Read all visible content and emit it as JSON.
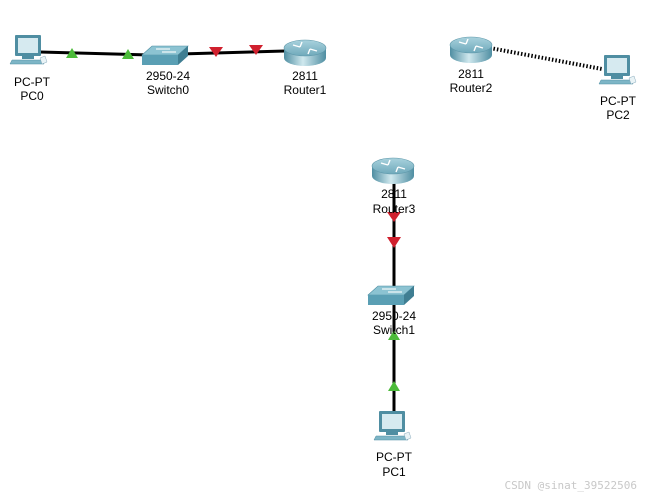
{
  "devices": [
    {
      "id": "PC0",
      "type": "pc",
      "model": "PC-PT",
      "name": "PC0"
    },
    {
      "id": "Switch0",
      "type": "switch",
      "model": "2950-24",
      "name": "Switch0"
    },
    {
      "id": "Router1",
      "type": "router",
      "model": "2811",
      "name": "Router1"
    },
    {
      "id": "Router2",
      "type": "router",
      "model": "2811",
      "name": "Router2"
    },
    {
      "id": "PC2",
      "type": "pc",
      "model": "PC-PT",
      "name": "PC2"
    },
    {
      "id": "Router3",
      "type": "router",
      "model": "2811",
      "name": "Router3"
    },
    {
      "id": "Switch1",
      "type": "switch",
      "model": "2950-24",
      "name": "Switch1"
    },
    {
      "id": "PC1",
      "type": "pc",
      "model": "PC-PT",
      "name": "PC1"
    }
  ],
  "links": [
    {
      "from": "PC0",
      "to": "Switch0",
      "cable": "straight",
      "from_status": "up",
      "to_status": "up"
    },
    {
      "from": "Switch0",
      "to": "Router1",
      "cable": "straight",
      "from_status": "down",
      "to_status": "down"
    },
    {
      "from": "Router2",
      "to": "PC2",
      "cable": "console"
    },
    {
      "from": "Router3",
      "to": "Switch1",
      "cable": "straight",
      "from_status": "down",
      "to_status": "down"
    },
    {
      "from": "Switch1",
      "to": "PC1",
      "cable": "straight",
      "from_status": "up",
      "to_status": "up"
    }
  ],
  "colors": {
    "link_up": "#4cbb3a",
    "link_down": "#d0202e",
    "cable": "#000000",
    "device": "#5a9fb4"
  },
  "watermark": "CSDN @sinat_39522506"
}
